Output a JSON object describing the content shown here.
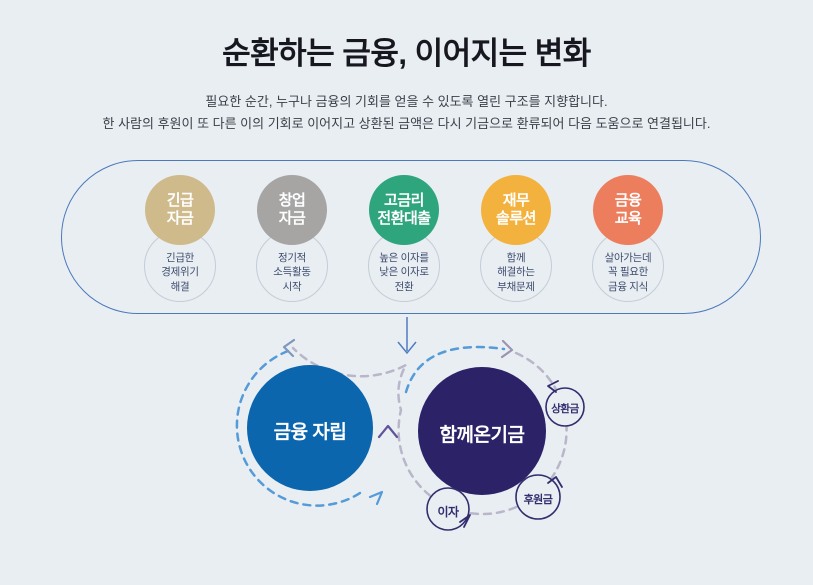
{
  "header": {
    "title": "순환하는 금융, 이어지는 변화",
    "subtitle_lines": [
      "필요한 순간, 누구나 금융의 기회를 얻을 수 있도록 열린 구조를 지향합니다.",
      "한 사람의 후원이 또 다른 이의 기회로 이어지고 상환된 금액은 다시 기금으로 환류되어 다음 도움으로 연결됩니다."
    ]
  },
  "programs": [
    {
      "label": [
        "긴급",
        "자금"
      ],
      "desc": [
        "긴급한",
        "경제위기",
        "해결"
      ],
      "color": "#cfba8b"
    },
    {
      "label": [
        "창업",
        "자금"
      ],
      "desc": [
        "정기적",
        "소득활동",
        "시작"
      ],
      "color": "#a6a5a4"
    },
    {
      "label": [
        "고금리",
        "전환대출"
      ],
      "desc": [
        "높은 이자를",
        "낮은 이자로",
        "전환"
      ],
      "color": "#2ea57d"
    },
    {
      "label": [
        "재무",
        "솔루션"
      ],
      "desc": [
        "함께",
        "해결하는",
        "부채문제"
      ],
      "color": "#f3b13e"
    },
    {
      "label": [
        "금융",
        "교육"
      ],
      "desc": [
        "살아가는데",
        "꼭 필요한",
        "금융 지식"
      ],
      "color": "#ec7e5d"
    }
  ],
  "cycle": {
    "left_label": "금융 자립",
    "right_label": "함께온기금",
    "badges": [
      {
        "label": "상환금"
      },
      {
        "label": "후원금"
      },
      {
        "label": "이자"
      }
    ]
  },
  "colors": {
    "background": "#e9eef3",
    "pill_border": "#4b79bb",
    "left_circle": "#0b66ae",
    "right_circle": "#2b2268",
    "blue_dash": "#549bd8",
    "lavender_dash": "#b9b6c9",
    "badge": "#332d6e",
    "down_arrow": "#4f7dbf",
    "chevron": "#5f5499",
    "steel_arrow": "#7e97bd",
    "gray_purple_arrow": "#9b94b2"
  }
}
